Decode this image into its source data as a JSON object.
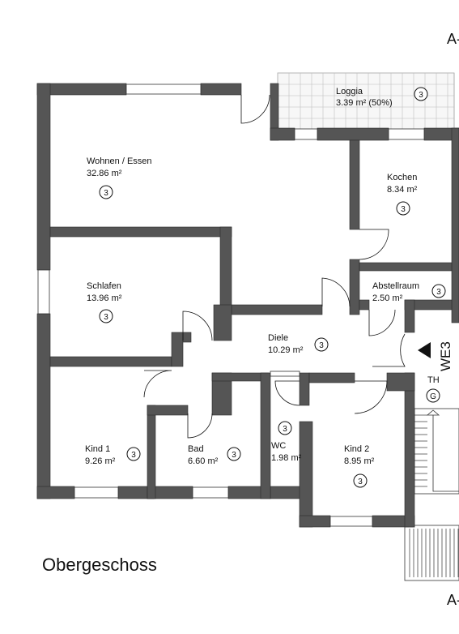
{
  "plan_title": "Obergeschoss",
  "edge_labels": {
    "top": "A-",
    "bottom": "A-"
  },
  "unit_label": "WE3",
  "stair": {
    "label": "TH",
    "tag": "G"
  },
  "rooms": [
    {
      "id": "loggia",
      "name": "Loggia",
      "area": "3.39 m² (50%)",
      "tag": "3"
    },
    {
      "id": "wohnen",
      "name": "Wohnen / Essen",
      "area": "32.86 m²",
      "tag": "3"
    },
    {
      "id": "kochen",
      "name": "Kochen",
      "area": "8.34 m²",
      "tag": "3"
    },
    {
      "id": "schlafen",
      "name": "Schlafen",
      "area": "13.96 m²",
      "tag": "3"
    },
    {
      "id": "abstell",
      "name": "Abstellraum",
      "area": "2.50 m²",
      "tag": "3"
    },
    {
      "id": "diele",
      "name": "Diele",
      "area": "10.29 m²",
      "tag": "3"
    },
    {
      "id": "kind1",
      "name": "Kind 1",
      "area": "9.26 m²",
      "tag": "3"
    },
    {
      "id": "bad",
      "name": "Bad",
      "area": "6.60 m²",
      "tag": "3"
    },
    {
      "id": "wc",
      "name": "WC",
      "area": "1.98 m²",
      "tag": "3"
    },
    {
      "id": "kind2",
      "name": "Kind 2",
      "area": "8.95 m²",
      "tag": "3"
    }
  ]
}
